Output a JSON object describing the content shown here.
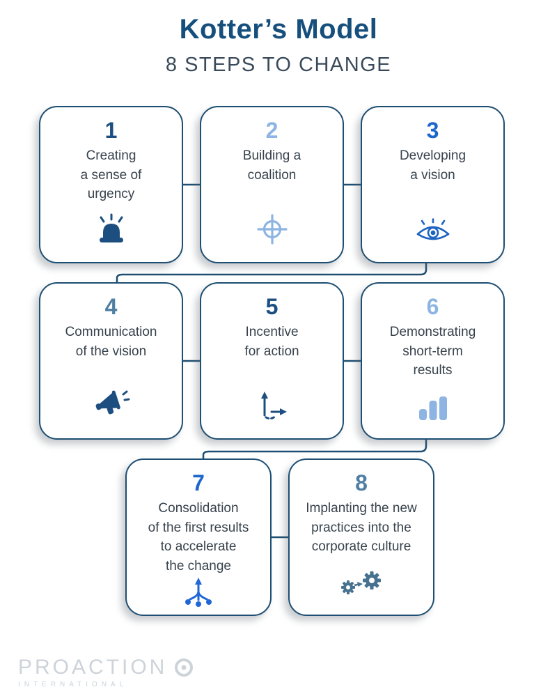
{
  "header": {
    "title": "Kotter’s Model",
    "subtitle": "8 STEPS TO CHANGE"
  },
  "steps": [
    {
      "number": "1",
      "title": "Creating\na sense of\nurgency",
      "icon": "siren-icon",
      "number_color": "#1c4e80"
    },
    {
      "number": "2",
      "title": "Building a\ncoalition",
      "icon": "crosshair-icon",
      "number_color": "#8db4e2"
    },
    {
      "number": "3",
      "title": "Developing\na vision",
      "icon": "eye-icon",
      "number_color": "#1d66cc"
    },
    {
      "number": "4",
      "title": "Communication\nof the vision",
      "icon": "megaphone-icon",
      "number_color": "#4f7ea3"
    },
    {
      "number": "5",
      "title": "Incentive\nfor action",
      "icon": "action-arrows-icon",
      "number_color": "#1c4e80"
    },
    {
      "number": "6",
      "title": "Demonstrating\nshort-term\nresults",
      "icon": "bar-chart-icon",
      "number_color": "#8db4e2"
    },
    {
      "number": "7",
      "title": "Consolidation\nof the first results\nto accelerate\nthe change",
      "icon": "branch-arrow-icon",
      "number_color": "#1d66cc"
    },
    {
      "number": "8",
      "title": "Implanting the new\npractices into the\ncorporate culture",
      "icon": "gears-icon",
      "number_color": "#4f7ea3"
    }
  ],
  "footer": {
    "brand": "PROACTION",
    "brand_sub": "INTERNATIONAL"
  },
  "colors": {
    "card_border": "#1d4e73",
    "title_blue": "#174f7c",
    "subtitle_slate": "#3a4a5a",
    "dark_navy": "#1c4e80",
    "light_blue": "#8db4e2",
    "bright_blue": "#1d66cc",
    "steel_blue": "#4f7ea3",
    "body_text": "#37424c",
    "logo_gray": "#ccd3d9"
  }
}
